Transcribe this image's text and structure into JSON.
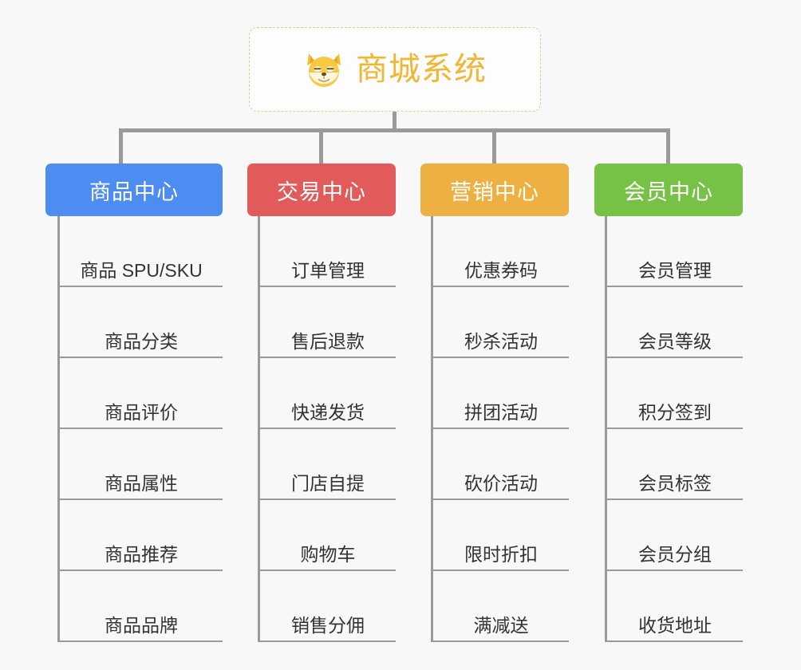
{
  "root": {
    "label": "商城系统",
    "icon": "shiba-dog-icon",
    "color": "#f2b632",
    "border_color": "#e8c98a"
  },
  "connector_color": "#9a9a9a",
  "background": "#f8f8f8",
  "columns": [
    {
      "title": "商品中心",
      "color": "#4d8cf0",
      "items": [
        "商品 SPU/SKU",
        "商品分类",
        "商品评价",
        "商品属性",
        "商品推荐",
        "商品品牌"
      ]
    },
    {
      "title": "交易中心",
      "color": "#e25b5b",
      "items": [
        "订单管理",
        "售后退款",
        "快递发货",
        "门店自提",
        "购物车",
        "销售分佣"
      ]
    },
    {
      "title": "营销中心",
      "color": "#eeb043",
      "items": [
        "优惠券码",
        "秒杀活动",
        "拼团活动",
        "砍价活动",
        "限时折扣",
        "满减送"
      ]
    },
    {
      "title": "会员中心",
      "color": "#77c146",
      "items": [
        "会员管理",
        "会员等级",
        "积分签到",
        "会员标签",
        "会员分组",
        "收货地址"
      ]
    }
  ]
}
